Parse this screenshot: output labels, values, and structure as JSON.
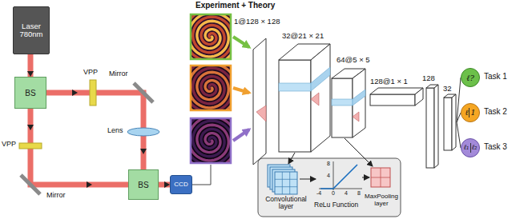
{
  "diagram": {
    "nodes": [
      {
        "text": [
          "Laser 780nm"
        ]
      },
      {
        "text": [
          "BS"
        ]
      },
      {
        "text": [
          "BS"
        ]
      },
      {
        "text": [
          "CCD"
        ]
      },
      {
        "text": [
          "ℓ?"
        ]
      },
      {
        "text": [
          "ℓ",
          "1"
        ]
      },
      {
        "text": [
          "ℓ₁",
          "ℓ₂"
        ]
      }
    ],
    "edges": [
      {
        "from": 0,
        "to": 1,
        "arrow": "to"
      },
      {
        "from": 2,
        "to": 3,
        "arrow": "to"
      }
    ],
    "labels": [
      "VPP",
      "VPP",
      "Mirror",
      "Mirror",
      "Lens",
      "Experiment + Theory",
      "1@128 × 128",
      "32@21 × 21",
      "64@5 × 5",
      "128@1 × 1",
      "128",
      "32",
      "Task 1",
      "Task 2",
      "Task 3",
      "8",
      "4",
      "-4",
      "0",
      "4",
      "8",
      "Convolutional layer",
      "ReLu Function",
      "MaxPooling layer"
    ]
  }
}
